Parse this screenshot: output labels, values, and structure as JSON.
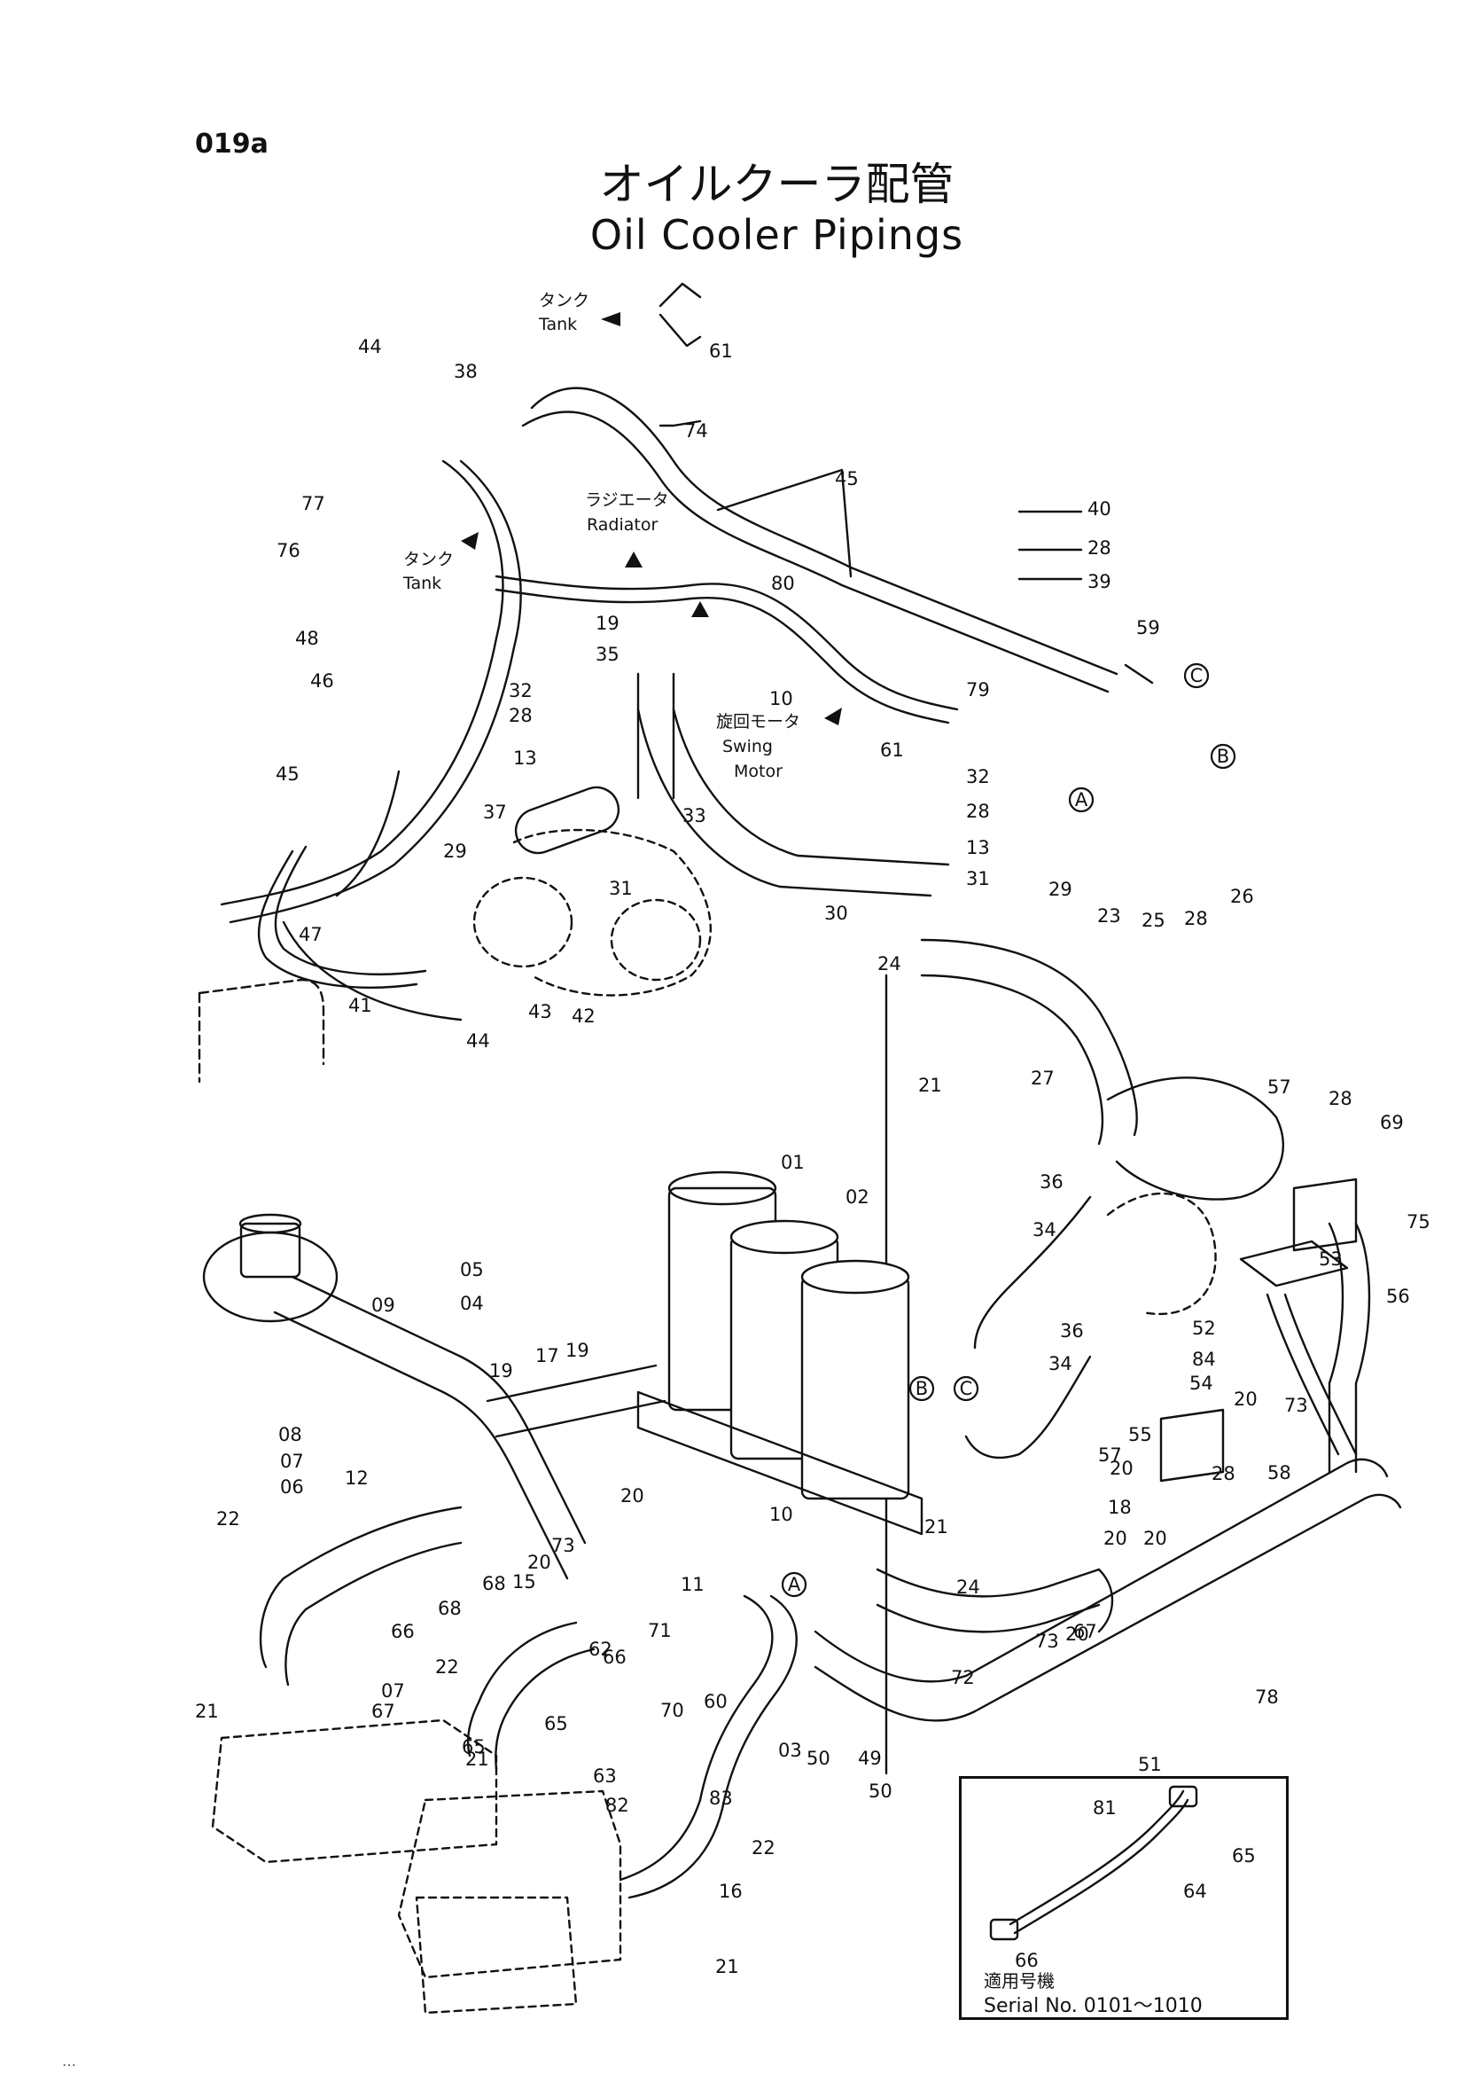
{
  "header": {
    "code": "019a",
    "title_ja": "オイルクーラ配管",
    "title_en": "Oil Cooler Pipings"
  },
  "notes": {
    "tank_ja": "タンク",
    "tank_en": "Tank",
    "radiator_ja": "ラジエータ",
    "radiator_en": "Radiator",
    "swing_ja": "旋回モータ",
    "swing_en_1": "Swing",
    "swing_en_2": "Motor",
    "tank2_ja": "タンク",
    "tank2_en": "Tank"
  },
  "callouts": {
    "A": "A",
    "B": "B",
    "C": "C"
  },
  "inset": {
    "label_ja": "適用号機",
    "serial": "Serial  No. 0101～1010",
    "parts": [
      "65",
      "64",
      "66"
    ]
  },
  "footer": "…",
  "part_numbers": [
    "61",
    "74",
    "44",
    "38",
    "45",
    "40",
    "28",
    "39",
    "77",
    "76",
    "19",
    "35",
    "80",
    "59",
    "48",
    "46",
    "32",
    "28",
    "10",
    "79",
    "13",
    "61",
    "45",
    "37",
    "29",
    "31",
    "33",
    "32",
    "28",
    "13",
    "31",
    "30",
    "29",
    "23",
    "26",
    "25",
    "28",
    "47",
    "24",
    "41",
    "43",
    "42",
    "44",
    "21",
    "27",
    "57",
    "28",
    "69",
    "01",
    "02",
    "36",
    "34",
    "75",
    "53",
    "56",
    "05",
    "04",
    "09",
    "52",
    "84",
    "54",
    "20",
    "73",
    "17",
    "19",
    "19",
    "36",
    "34",
    "08",
    "57",
    "55",
    "20",
    "28",
    "58",
    "07",
    "06",
    "12",
    "20",
    "18",
    "20",
    "20",
    "10",
    "21",
    "22",
    "73",
    "20",
    "24",
    "68",
    "15",
    "11",
    "71",
    "73",
    "20",
    "67",
    "66",
    "07",
    "68",
    "62",
    "72",
    "22",
    "60",
    "78",
    "66",
    "67",
    "70",
    "51",
    "21",
    "65",
    "65",
    "03",
    "50",
    "49",
    "50",
    "21",
    "63",
    "81",
    "83",
    "82",
    "22",
    "16",
    "21"
  ]
}
